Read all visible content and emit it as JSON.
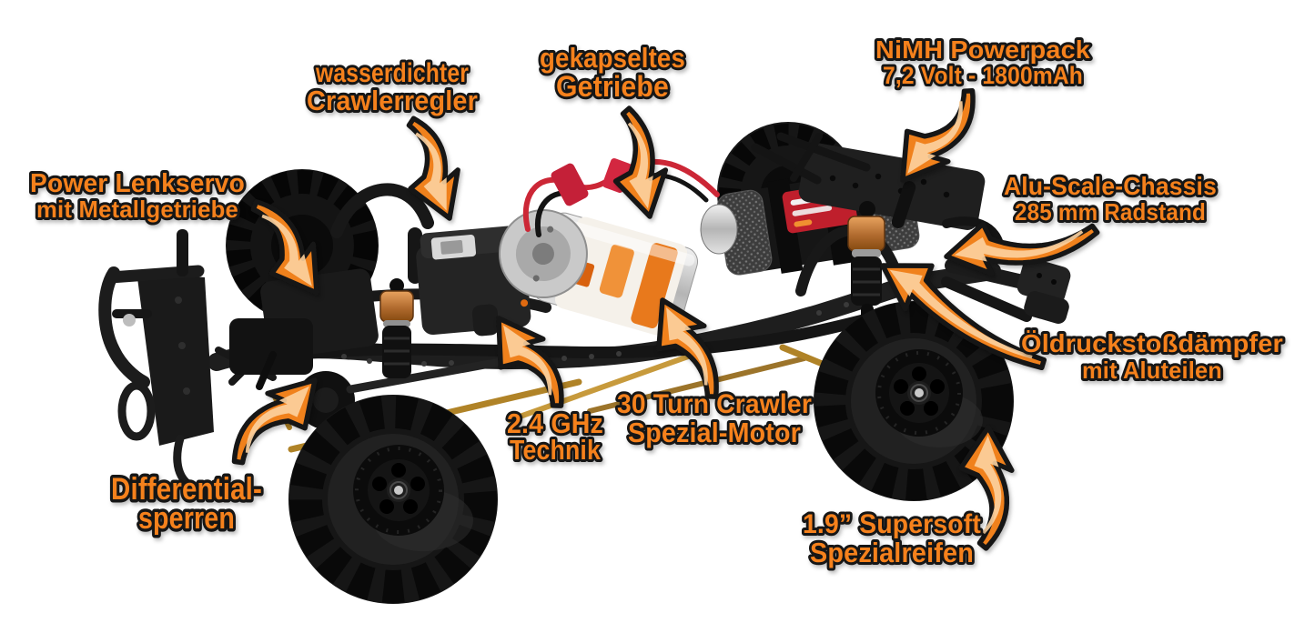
{
  "meta": {
    "background": "#ffffff",
    "subject": "RC crawler chassis annotated product image"
  },
  "colors": {
    "label_text": "#F5811F",
    "label_outline": "#141414",
    "arrow_fill": "#F0811F",
    "arrow_highlight": "#FCD2A0",
    "arrow_outline": "#141414"
  },
  "labels": [
    {
      "id": "crawlerregler",
      "line1": "wasserdichter",
      "line2": "Crawlerregler"
    },
    {
      "id": "getriebe",
      "line1": "gekapseltes",
      "line2": "Getriebe"
    },
    {
      "id": "powerpack",
      "line1": "NiMH Powerpack",
      "line2": "7,2 Volt - 1800mAh"
    },
    {
      "id": "lenkservo",
      "line1": "Power Lenkservo",
      "line2": "mit Metallgetriebe"
    },
    {
      "id": "chassis",
      "line1": "Alu-Scale-Chassis",
      "line2": "285 mm Radstand"
    },
    {
      "id": "daempfer",
      "line1": "Öldruckstoßdämpfer",
      "line2": "mit Aluteilen"
    },
    {
      "id": "diffsperren",
      "line1": "Differential-",
      "line2": "sperren"
    },
    {
      "id": "technik",
      "line1": "2.4 GHz",
      "line2": "Technik"
    },
    {
      "id": "motor",
      "line1": "30 Turn Crawler",
      "line2": "Spezial-Motor"
    },
    {
      "id": "reifen",
      "line1": "1.9” Supersoft",
      "line2": "Spezialreifen"
    }
  ]
}
